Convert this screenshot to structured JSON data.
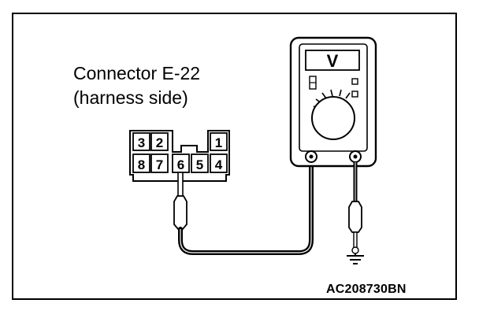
{
  "connector": {
    "title": "Connector E-22",
    "subtitle": "(harness side)",
    "pins_top": [
      "3",
      "2",
      "1"
    ],
    "pins_bottom": [
      "8",
      "7",
      "6",
      "5",
      "4"
    ],
    "probed_pin": "6"
  },
  "multimeter": {
    "display": "V",
    "icon": "voltmeter-icon"
  },
  "ground": {
    "icon": "ground-symbol-icon"
  },
  "figure_code": "AC208730BN",
  "colors": {
    "line": "#000000",
    "background": "#ffffff"
  }
}
